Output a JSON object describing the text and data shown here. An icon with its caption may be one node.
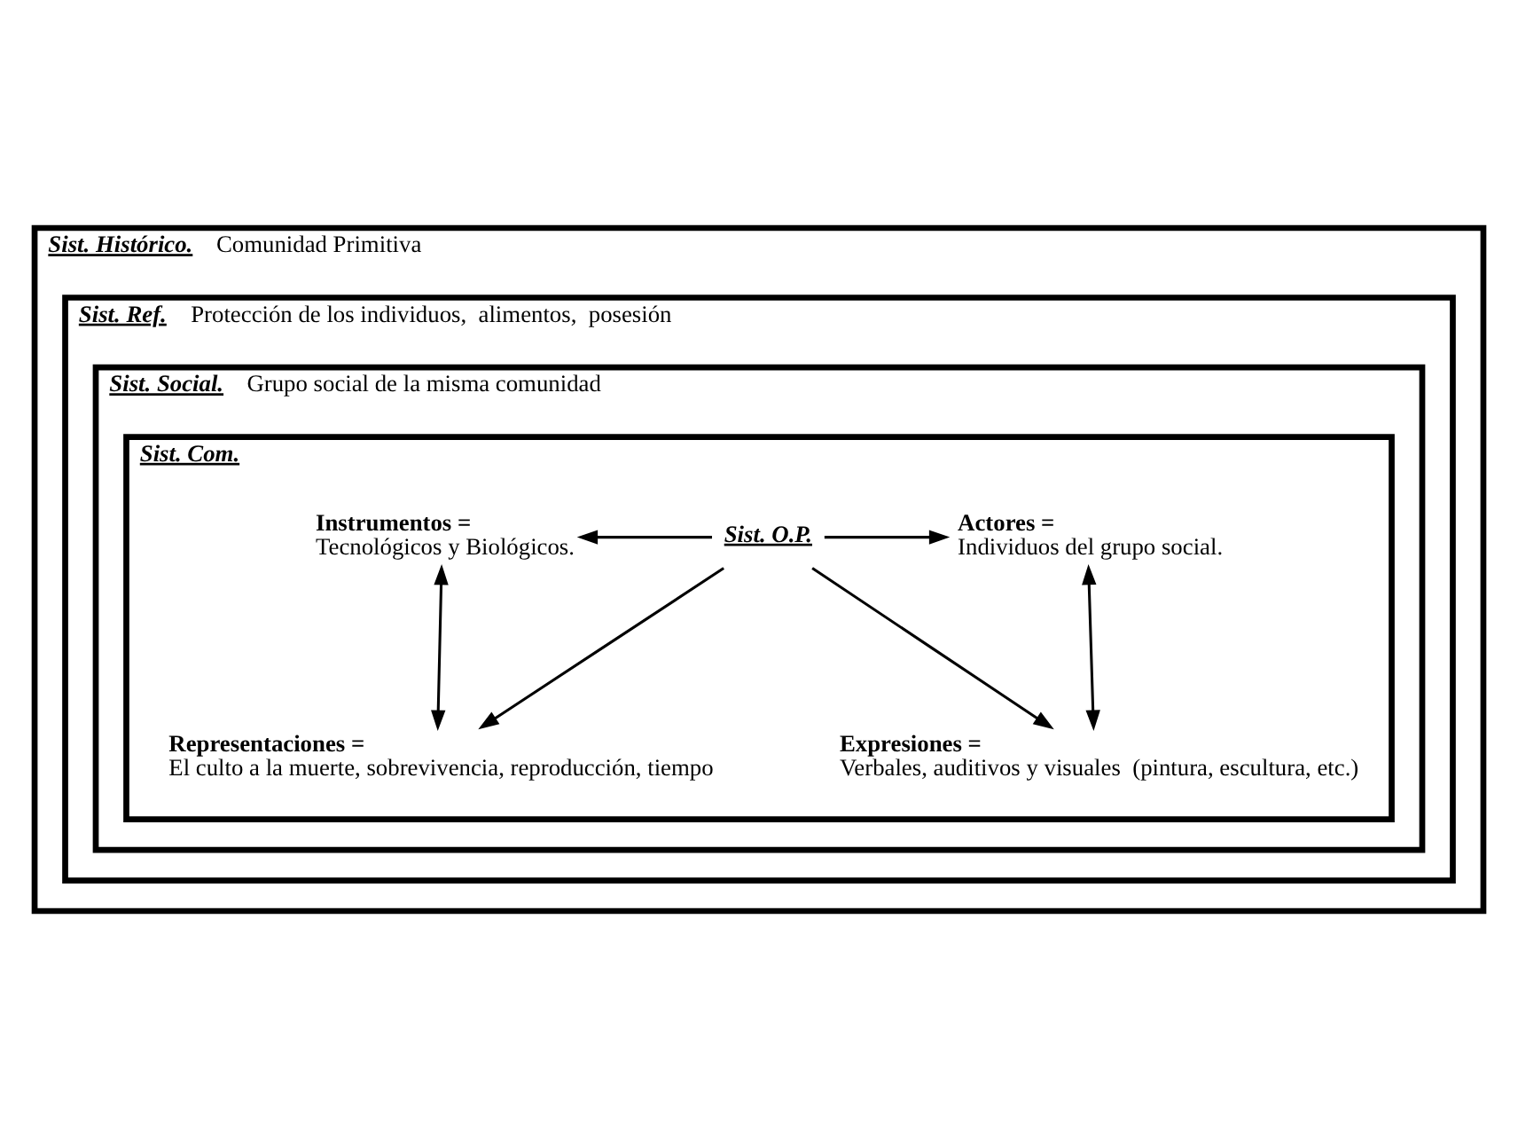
{
  "diagram": {
    "nodes": [
      {
        "text": [
          "Sist. Histórico.",
          "Comunidad Primitiva"
        ]
      },
      {
        "text": [
          "Sist. Ref.",
          "Protección de los individuos,  alimentos,  posesión"
        ],
        "in": 0
      },
      {
        "text": [
          "Sist. Social.",
          "Grupo social de la misma comunidad"
        ],
        "in": 1
      },
      {
        "text": [
          "Sist. Com."
        ],
        "in": 2
      },
      {
        "text": [
          "Actores =",
          "Individuos del grupo social."
        ],
        "in": 3
      },
      {
        "text": [
          "Sist. O.P."
        ],
        "in": 3
      },
      {
        "text": [
          "Instrumentos =",
          "Tecnológicos y Biológicos."
        ],
        "in": 3
      },
      {
        "text": [
          "Expresiones =",
          "Verbales, auditivos y visuales  (pintura, escultura, etc.)"
        ],
        "in": 3
      },
      {
        "text": [
          "Representaciones =",
          "El culto a la muerte, sobrevivencia, reproducción, tiempo"
        ],
        "in": 3
      }
    ],
    "edges": [
      {
        "from": 5,
        "to": 4,
        "arrow": "to"
      },
      {
        "from": 5,
        "to": 6,
        "arrow": "to"
      },
      {
        "from": 4,
        "to": 7,
        "arrow": "both"
      },
      {
        "from": 6,
        "to": 8,
        "arrow": "both"
      },
      {
        "from": 5,
        "to": 7,
        "arrow": "to"
      },
      {
        "from": 5,
        "to": 8,
        "arrow": "to"
      }
    ]
  }
}
